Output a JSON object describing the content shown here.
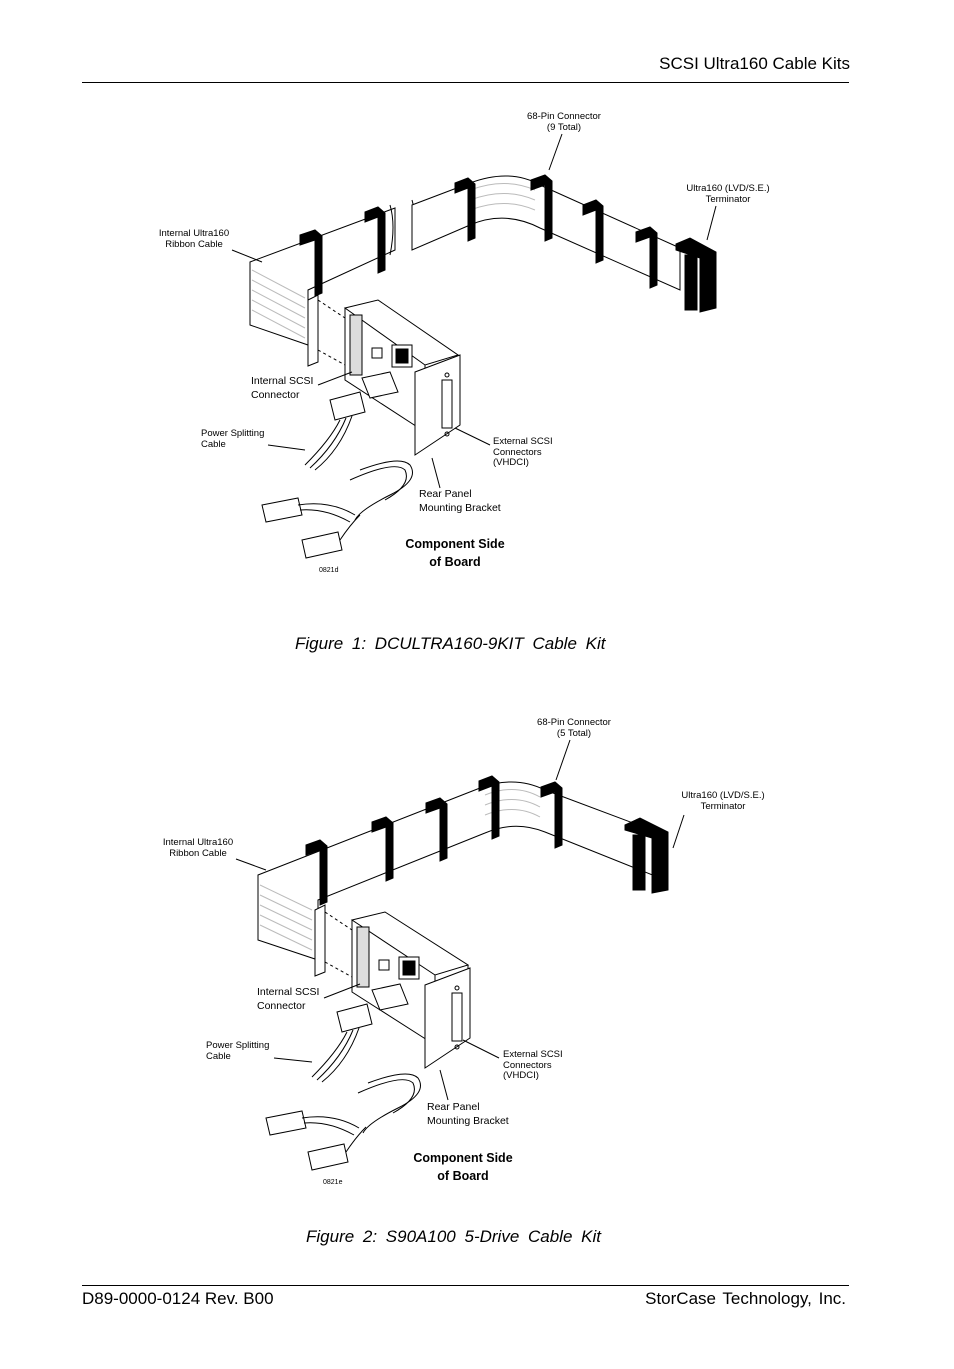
{
  "header": {
    "title": "SCSI Ultra160 Cable Kits"
  },
  "figure1": {
    "labels": {
      "connector": "68-Pin Connector\n(9 Total)",
      "terminator": "Ultra160 (LVD/S.E.)\nTerminator",
      "ribbon": "Internal Ultra160\nRibbon Cable",
      "internal_scsi": "Internal SCSI\nConnector",
      "power": "Power Splitting\nCable",
      "external": "External SCSI\nConnectors\n(VHDCI)",
      "bracket": "Rear Panel\nMounting Bracket",
      "component_side": "Component Side\nof Board",
      "code": "0821d"
    },
    "caption": "Figure 1:   DCULTRA160-9KIT Cable Kit"
  },
  "figure2": {
    "labels": {
      "connector": "68-Pin Connector\n(5 Total)",
      "terminator": "Ultra160 (LVD/S.E.)\nTerminator",
      "ribbon": "Internal Ultra160\nRibbon Cable",
      "internal_scsi": "Internal SCSI\nConnector",
      "power": "Power Splitting\nCable",
      "external": "External SCSI\nConnectors\n(VHDCI)",
      "bracket": "Rear Panel\nMounting Bracket",
      "component_side": "Component Side\nof Board",
      "code": "0821e"
    },
    "caption": "Figure 2:   S90A100 5-Drive Cable Kit"
  },
  "footer": {
    "doc_number": "D89-0000-0124 Rev. B00",
    "company": "StorCase Technology, Inc."
  }
}
